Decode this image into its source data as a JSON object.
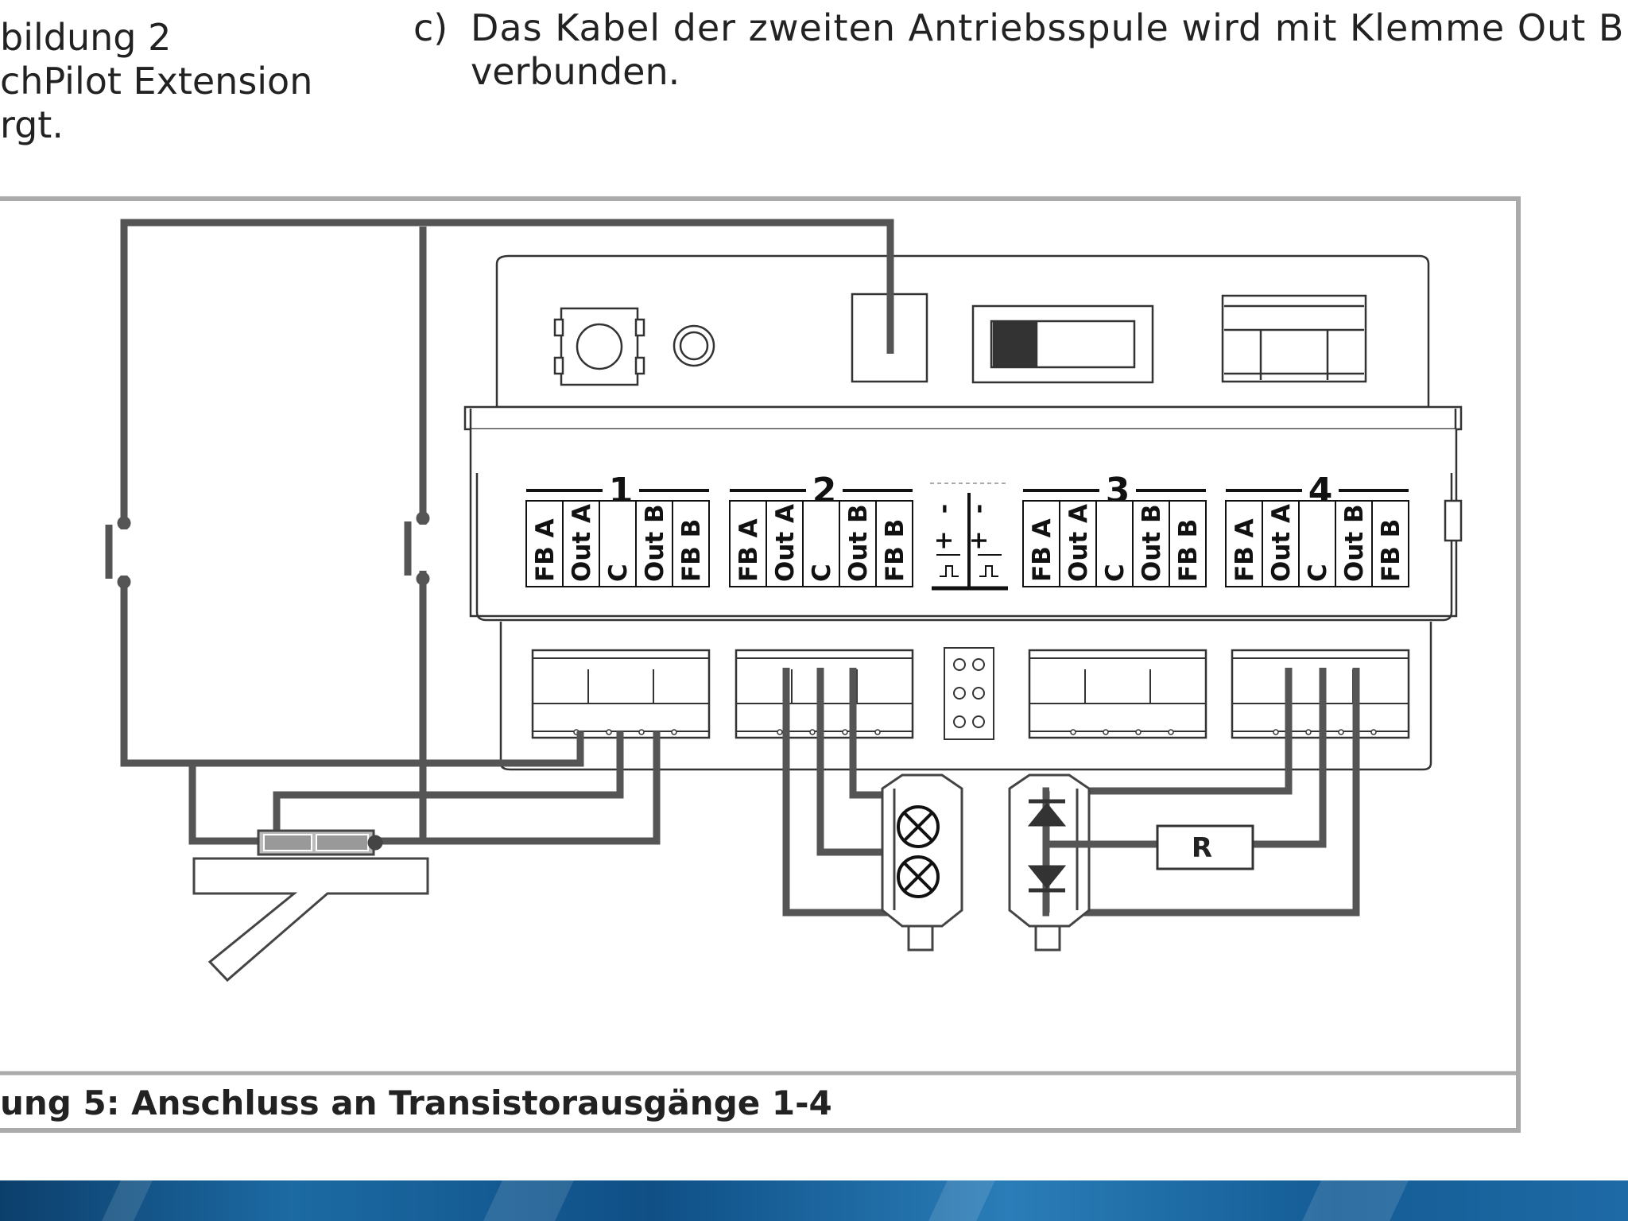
{
  "left_text": [
    "bildung 2",
    "chPilot Extension",
    "rgt."
  ],
  "right_text": {
    "marker": "c)",
    "lines": [
      "Das Kabel der zweiten Antriebsspule wird mit Klemme Out B",
      "verbunden."
    ]
  },
  "terminal_groups": [
    {
      "number": "1",
      "labels": [
        "FB A",
        "Out A",
        "C",
        "Out B",
        "FB B"
      ]
    },
    {
      "number": "2",
      "labels": [
        "FB A",
        "Out A",
        "C",
        "Out B",
        "FB B"
      ]
    },
    {
      "number": "3",
      "labels": [
        "FB A",
        "Out A",
        "C",
        "Out B",
        "FB B"
      ]
    },
    {
      "number": "4",
      "labels": [
        "FB A",
        "Out A",
        "C",
        "Out B",
        "FB B"
      ]
    }
  ],
  "power_block": {
    "minus": "-",
    "plus": "+"
  },
  "resistor_label": "R",
  "caption": "ung 5: Anschluss an Transistorausgänge 1-4",
  "colors": {
    "wire": "#555555",
    "frame": "#aaaaaa",
    "ink": "#222222",
    "band": "#1a5e96"
  }
}
